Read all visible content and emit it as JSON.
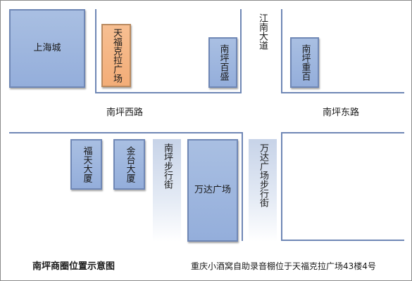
{
  "buildings": {
    "shanghai_city": "上海城",
    "tianfu_kela_plaza": "天福克拉广场",
    "nanping_baisheng": "南坪百盛",
    "nanping_chongbai": "南坪重百",
    "futian_building": "福天大厦",
    "jintai_building": "金台大厦",
    "wanda_plaza": "万达广场"
  },
  "pedestrian_streets": {
    "nanping_walk": "南坪步行街",
    "wanda_walk": "万达广场步行街"
  },
  "roads": {
    "jiangnan_avenue": "江南大道",
    "nanping_west_road": "南坪西路",
    "nanping_east_road": "南坪东路"
  },
  "map_title": "南坪商圈位置示意图",
  "location_note": "重庆小酒窝自助录音棚位于天福克拉广场43楼4号",
  "colors": {
    "block_fill": "#9fb8df",
    "block_border": "#6f87b5",
    "highlight_fill": "#f5b384",
    "curb_line": "#6f87b5"
  }
}
